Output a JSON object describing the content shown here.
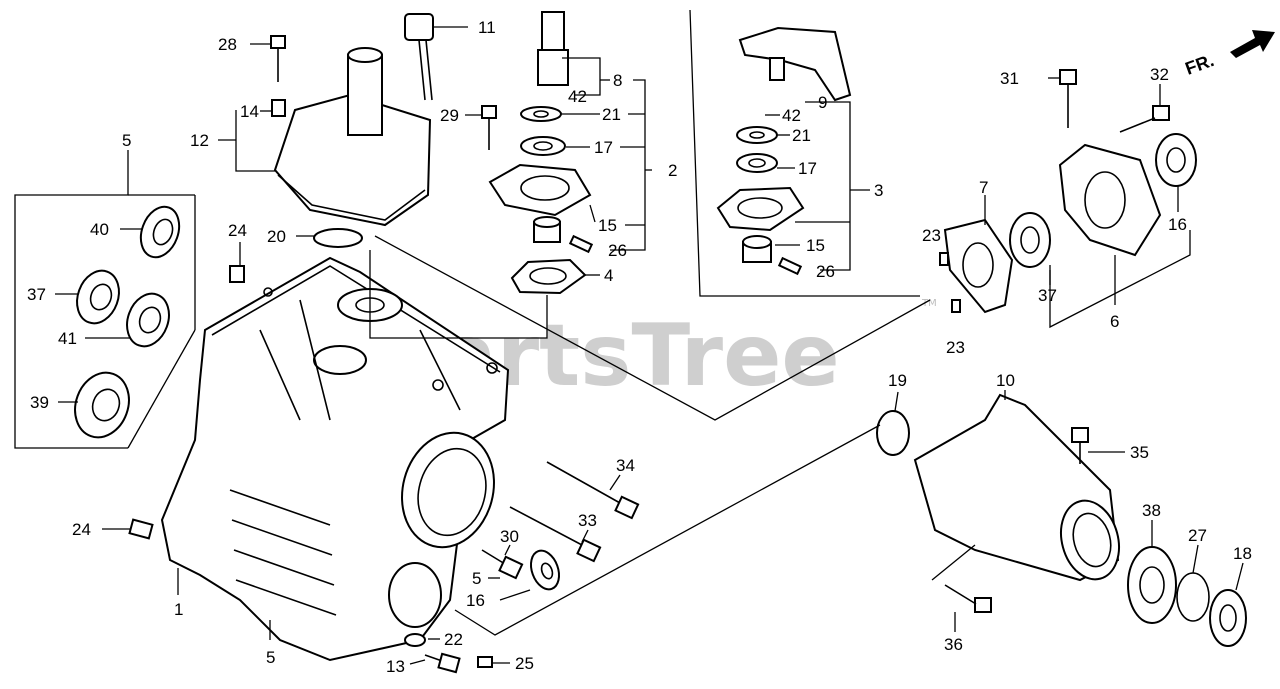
{
  "watermark": "PartsTree",
  "trademark": "TM",
  "direction_label": "FR.",
  "labels": [
    "28",
    "11",
    "8",
    "42",
    "21",
    "17",
    "2",
    "29",
    "14",
    "12",
    "5",
    "40",
    "24",
    "20",
    "15",
    "26",
    "4",
    "37",
    "41",
    "39",
    "9",
    "42",
    "21",
    "17",
    "3",
    "15",
    "26",
    "31",
    "32",
    "7",
    "23",
    "16",
    "37",
    "6",
    "23",
    "19",
    "10",
    "35",
    "34",
    "33",
    "30",
    "5",
    "16",
    "38",
    "27",
    "18",
    "24",
    "1",
    "22",
    "13",
    "25",
    "5",
    "36"
  ]
}
